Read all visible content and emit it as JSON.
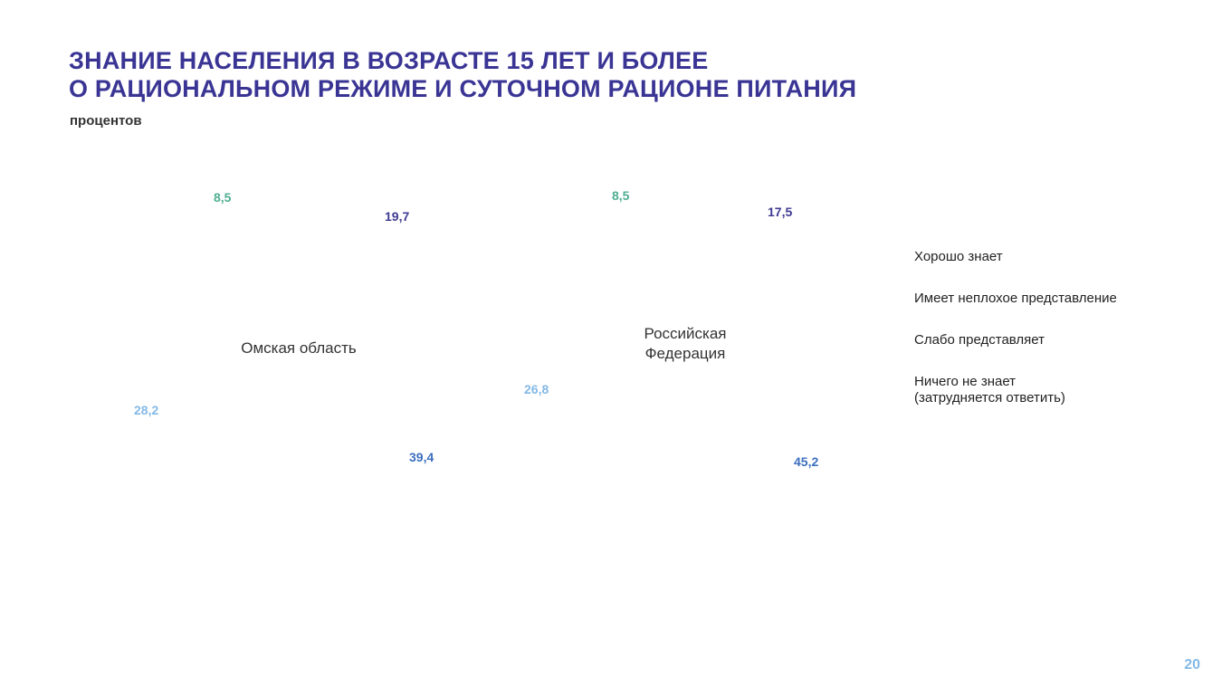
{
  "header": {
    "title_line1": "ЗНАНИЕ НАСЕЛЕНИЯ В ВОЗРАСТЕ 15 ЛЕТ И БОЛЕЕ",
    "title_line2": "О РАЦИОНАЛЬНОМ РЕЖИМЕ И СУТОЧНОМ РАЦИОНЕ ПИТАНИЯ",
    "subtitle": "процентов"
  },
  "page_number": "20",
  "colors": {
    "title": "#3a3594",
    "good": "#3f3a93",
    "decent": "#3b6fbf",
    "weak": "#84b9e6",
    "none": "#4fae91"
  },
  "chart_data": [
    {
      "type": "pie",
      "center_label": "Омская область",
      "categories": [
        "Хорошо знает",
        "Имеет неплохое представление",
        "Слабо представляет",
        "Ничего не знает (затрудняется ответить)"
      ],
      "values": [
        19.7,
        39.4,
        28.2,
        8.5
      ],
      "value_labels": [
        "19,7",
        "39,4",
        "28,2",
        "8,5"
      ]
    },
    {
      "type": "pie",
      "center_label": "Российская\nФедерация",
      "categories": [
        "Хорошо знает",
        "Имеет неплохое представление",
        "Слабо представляет",
        "Ничего не знает (затрудняется ответить)"
      ],
      "values": [
        17.5,
        45.2,
        26.8,
        8.5
      ],
      "value_labels": [
        "17,5",
        "45,2",
        "26,8",
        "8,5"
      ]
    }
  ],
  "legend": {
    "items": [
      "Хорошо знает",
      "Имеет неплохое представление",
      "Слабо представляет",
      "Ничего не знает\n(затрудняется ответить)"
    ]
  }
}
